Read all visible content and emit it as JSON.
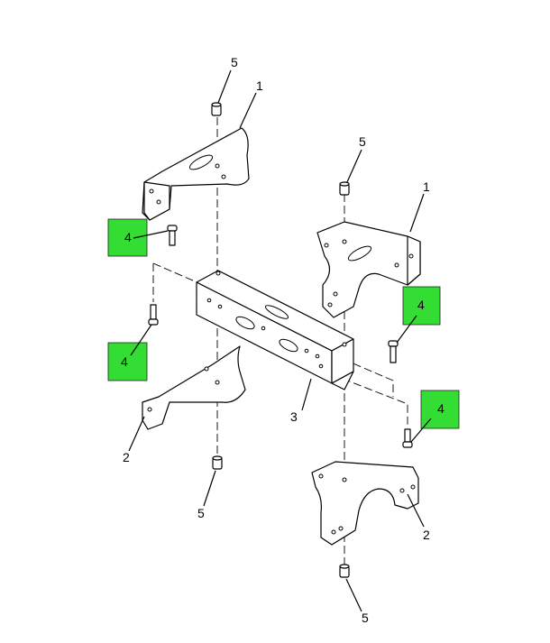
{
  "diagram": {
    "callouts": {
      "nut_top_left": "5",
      "bracket_upper_left": "1",
      "nut_top_right": "5",
      "bracket_upper_right": "1",
      "crossmember": "3",
      "bracket_lower_left": "2",
      "nut_bottom_left": "5",
      "bracket_lower_right": "2",
      "nut_bottom_right": "5"
    },
    "highlighted": {
      "bolt_upper_left": "4",
      "bolt_lower_left": "4",
      "bolt_upper_right": "4",
      "bolt_lower_right": "4"
    },
    "highlight_color": "#33dd33"
  }
}
